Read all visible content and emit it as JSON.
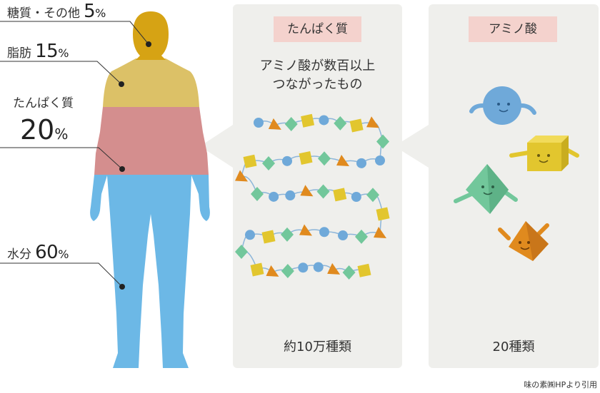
{
  "body_composition": [
    {
      "name": "糖質・その他",
      "percent": "5",
      "unit": "%",
      "color": "#d6a314"
    },
    {
      "name": "脂肪",
      "percent": "15",
      "unit": "%",
      "color": "#dcc167"
    },
    {
      "name": "たんぱく質",
      "percent": "20",
      "unit": "%",
      "color": "#d48e8e"
    },
    {
      "name": "水分",
      "percent": "60",
      "unit": "%",
      "color": "#6cb8e6"
    }
  ],
  "protein_panel": {
    "tag": "たんぱく質",
    "description_line1": "アミノ酸が数百以上",
    "description_line2": "つながったもの",
    "footer": "約10万種類"
  },
  "amino_panel": {
    "tag": "アミノ酸",
    "footer": "20種類"
  },
  "credit": "味の素㈱HPより引用",
  "colors": {
    "panel": "#efefec",
    "tag": "#f4d2cd",
    "amino_blue": "#6fa9d9",
    "amino_yellow": "#e2c62e",
    "amino_green": "#72c79b",
    "amino_orange": "#e08a1e"
  }
}
